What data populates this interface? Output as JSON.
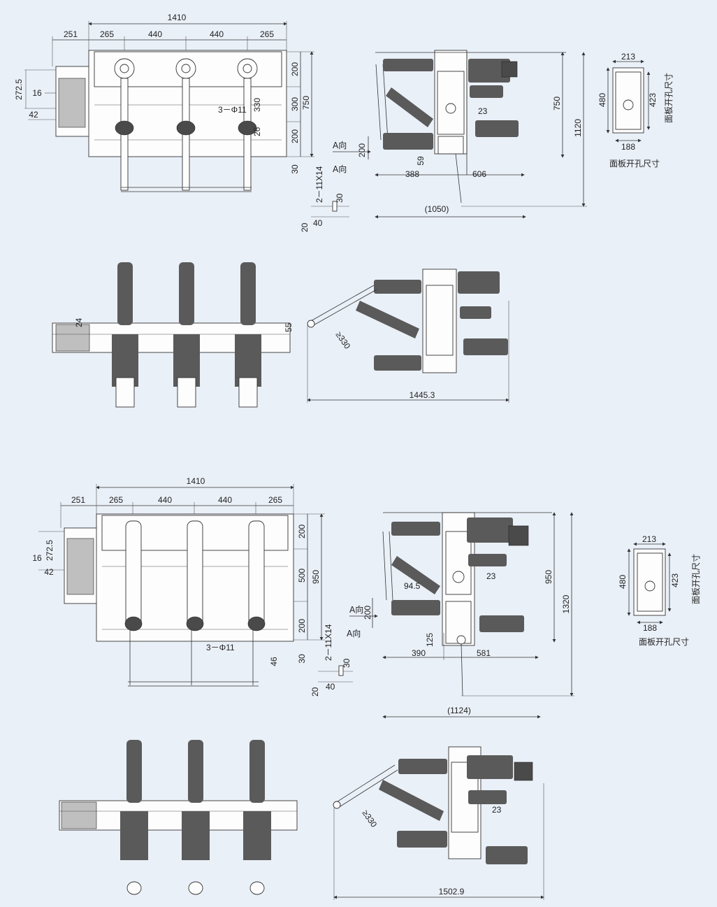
{
  "colors": {
    "background": "#eaf0f8",
    "line": "#333333",
    "insulator": "#555555"
  },
  "top_front": {
    "d_total": "1410",
    "d_251": "251",
    "d_265a": "265",
    "d_440a": "440",
    "d_440b": "440",
    "d_265b": "265",
    "d_272": "272.5",
    "d_16": "16",
    "d_42": "42",
    "d_200a": "200",
    "d_300": "300",
    "d_200b": "200",
    "d_750": "750",
    "d_30": "30",
    "phi": "3－Φ11",
    "d_330": "330",
    "d_26": "26"
  },
  "top_mount": {
    "slot": "2－11X14",
    "d_30": "30",
    "d_20": "20",
    "d_40": "40"
  },
  "top_side": {
    "a_dir1": "A向",
    "a_dir2": "A向",
    "d_200": "200",
    "d_59": "59",
    "d_23": "23",
    "d_388": "388",
    "d_606": "606",
    "d_1050": "(1050)",
    "d_750": "750",
    "d_1120": "1120"
  },
  "top_panel": {
    "d_213": "213",
    "d_480": "480",
    "d_423": "423",
    "d_188": "188",
    "caption": "面板开孔尺寸"
  },
  "mid_front": {
    "d_24": "24",
    "d_55": "55"
  },
  "mid_side": {
    "d_330": "≥330",
    "d_1445": "1445.3"
  },
  "low_front": {
    "d_total": "1410",
    "d_251": "251",
    "d_265a": "265",
    "d_440a": "440",
    "d_440b": "440",
    "d_265b": "265",
    "d_272": "272.5",
    "d_16": "16",
    "d_42": "42",
    "d_200a": "200",
    "d_500": "500",
    "d_200b": "200",
    "d_950": "950",
    "d_30": "30",
    "d_46": "46",
    "phi": "3－Φ11"
  },
  "low_mount": {
    "slot": "2－11X14",
    "d_30": "30",
    "d_20": "20",
    "d_40": "40"
  },
  "low_side": {
    "a_dir1": "A向",
    "a_dir2": "A向",
    "d_200": "200",
    "d_94": "94.5",
    "d_23": "23",
    "d_125": "125",
    "d_390": "390",
    "d_581": "581",
    "d_1124": "(1124)",
    "d_950": "950",
    "d_1320": "1320"
  },
  "low_panel": {
    "d_213": "213",
    "d_480": "480",
    "d_423": "423",
    "d_188": "188",
    "caption": "面板开孔尺寸"
  },
  "bot_side": {
    "d_330": "≥330",
    "d_23": "23",
    "d_1502": "1502.9"
  }
}
